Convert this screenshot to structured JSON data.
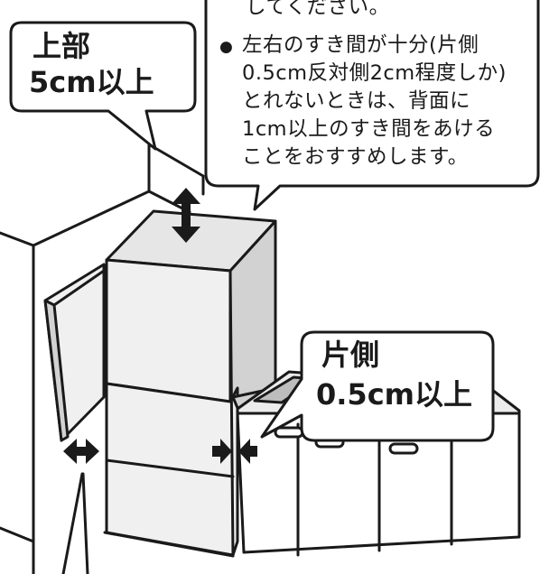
{
  "callout_top": {
    "line1": "上部",
    "line2": "5cm以上"
  },
  "callout_note": {
    "cut_line": "してください。",
    "bullet": "●",
    "lines": [
      "左右のすき間が十分(片側",
      "0.5cm反対側2cm程度しか)",
      "とれないときは、背面に",
      "1cm以上のすき間をあける",
      "ことをおすすめします。"
    ]
  },
  "callout_side": {
    "line1": "片側",
    "line2": "0.5cm以上"
  },
  "colors": {
    "stroke": "#1a1a1a",
    "fridge_face": "#f0f0f0",
    "fridge_side": "#d2d2d2",
    "fridge_top": "#e6e6e6",
    "cabinet_face": "#ffffff",
    "cabinet_top": "#ececec",
    "sink": "#bdbdbd"
  }
}
